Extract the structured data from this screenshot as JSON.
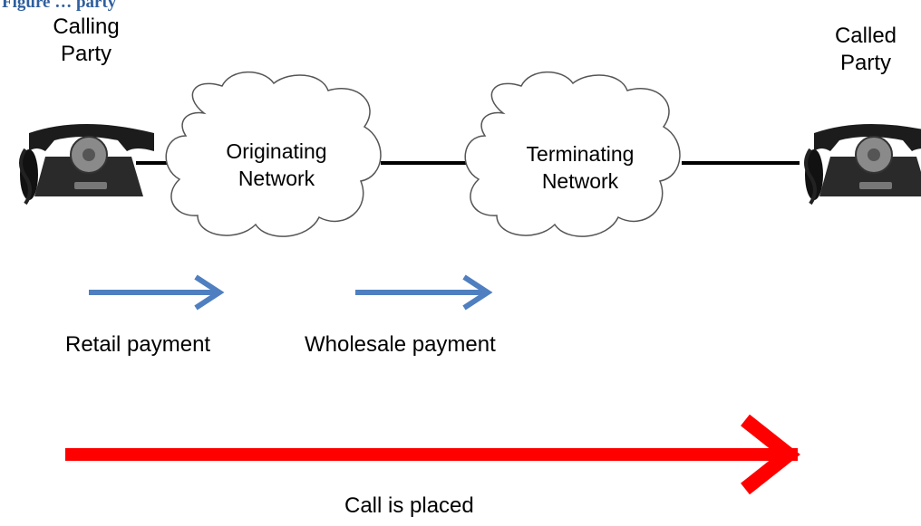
{
  "caption": "Figure … party",
  "colors": {
    "payment_arrow": "#4f7fc0",
    "call_arrow": "#ff0000",
    "link_line": "#000000",
    "cloud_fill": "#ffffff",
    "cloud_stroke": "#555555"
  },
  "parties": {
    "calling": {
      "line1": "Calling",
      "line2": "Party",
      "icon": "rotary-telephone-icon"
    },
    "called": {
      "line1": "Called",
      "line2": "Party",
      "icon": "rotary-telephone-icon"
    }
  },
  "networks": {
    "originating": {
      "line1": "Originating",
      "line2": "Network"
    },
    "terminating": {
      "line1": "Terminating",
      "line2": "Network"
    }
  },
  "payments": {
    "retail": "Retail payment",
    "wholesale": "Wholesale payment"
  },
  "call": {
    "label": "Call is placed"
  }
}
